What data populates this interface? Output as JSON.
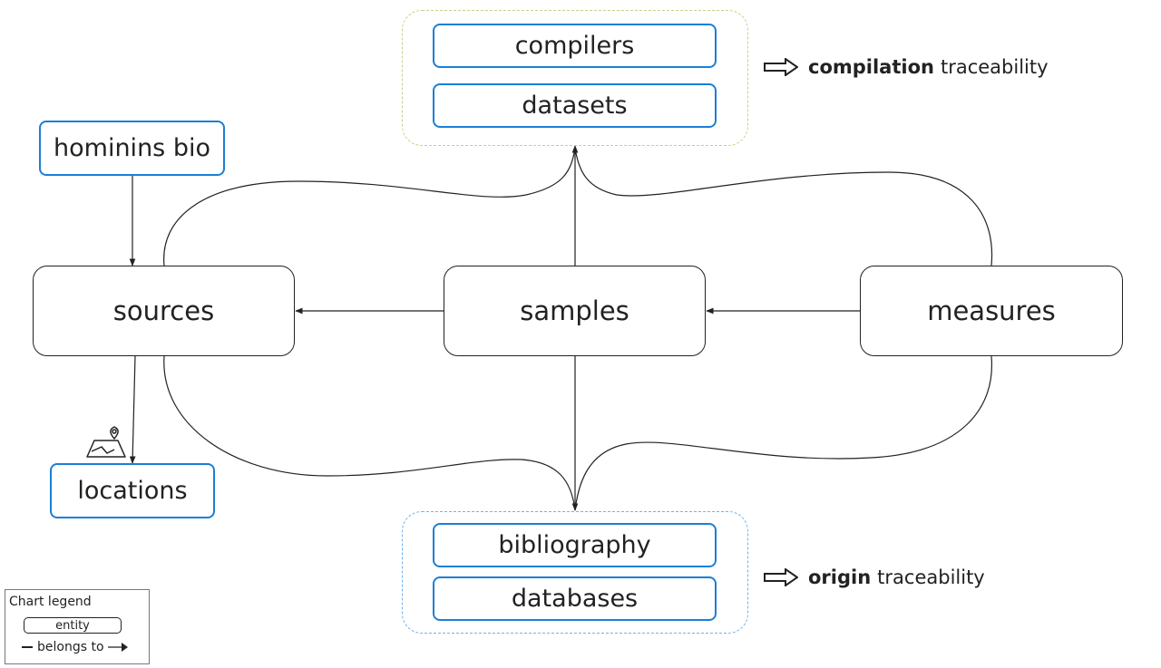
{
  "nodes": {
    "compilers": "compilers",
    "datasets": "datasets",
    "hominins_bio": "hominins bio",
    "sources": "sources",
    "samples": "samples",
    "measures": "measures",
    "locations": "locations",
    "bibliography": "bibliography",
    "databases": "databases"
  },
  "traceability": {
    "compilation": {
      "bold": "compilation",
      "rest": "traceability"
    },
    "origin": {
      "bold": "origin",
      "rest": "traceability"
    }
  },
  "legend": {
    "title": "Chart legend",
    "entity": "entity",
    "belongs_to": "belongs to"
  },
  "colors": {
    "entity_border": "#1a7fd6",
    "core_border": "#222222",
    "compilation_group": "#c9d08a",
    "origin_group": "#6fb2ee"
  },
  "icons": {
    "map": "map-pin-icon"
  }
}
